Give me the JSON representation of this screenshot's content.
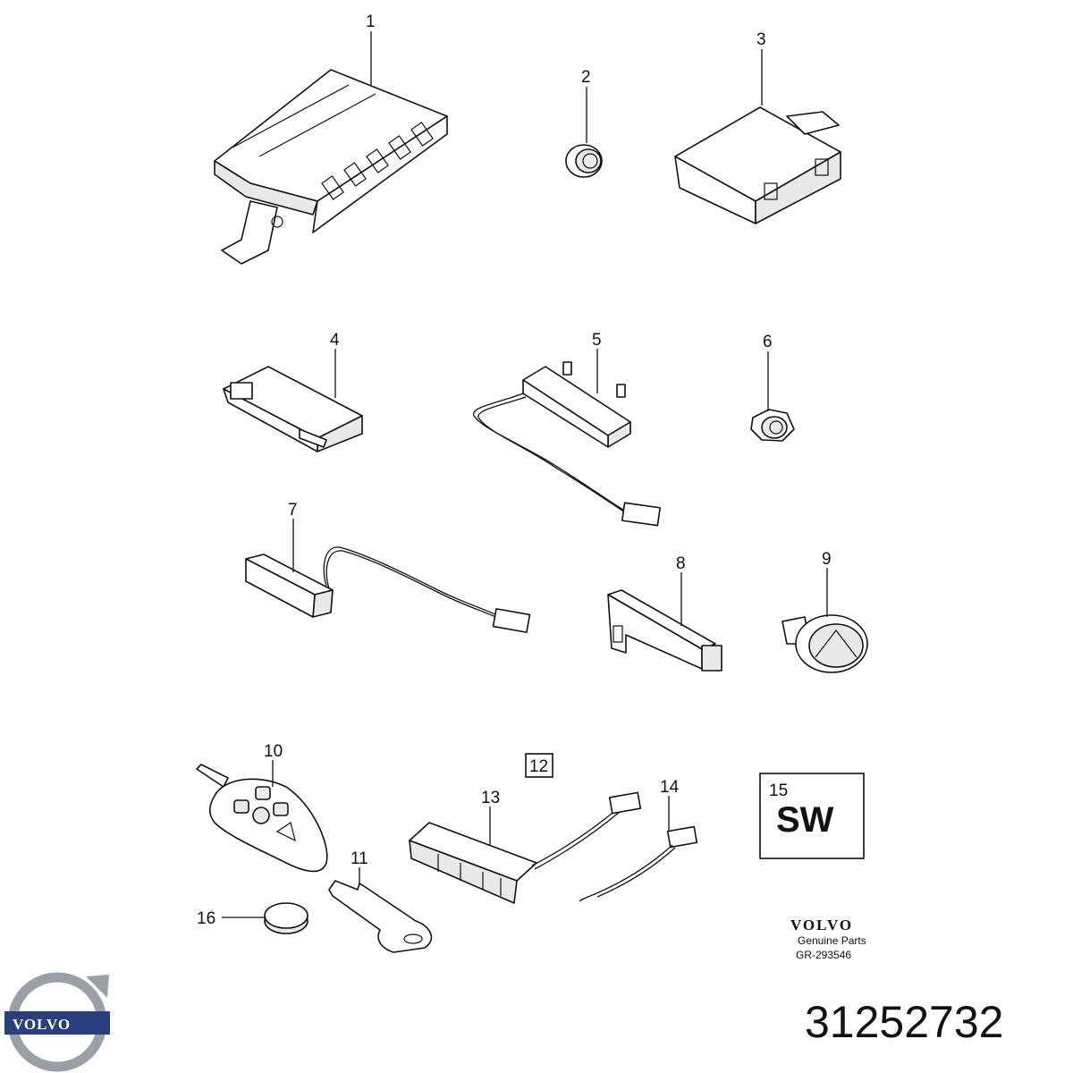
{
  "callouts": {
    "c1": "1",
    "c2": "2",
    "c3": "3",
    "c4": "4",
    "c5": "5",
    "c6": "6",
    "c7": "7",
    "c8": "8",
    "c9": "9",
    "c10": "10",
    "c11": "11",
    "c12": "12",
    "c13": "13",
    "c14": "14",
    "c15": "15",
    "c16": "16"
  },
  "sw_box": {
    "label": "SW"
  },
  "footer": {
    "brand": "VOLVO",
    "line1": "Genuine Parts",
    "line2": "GR-293546"
  },
  "logo": {
    "text": "VOLVO"
  },
  "part_number": "31252732",
  "colors": {
    "logo_blue": "#2b3f7e",
    "logo_silver": "#9aa0a8"
  }
}
